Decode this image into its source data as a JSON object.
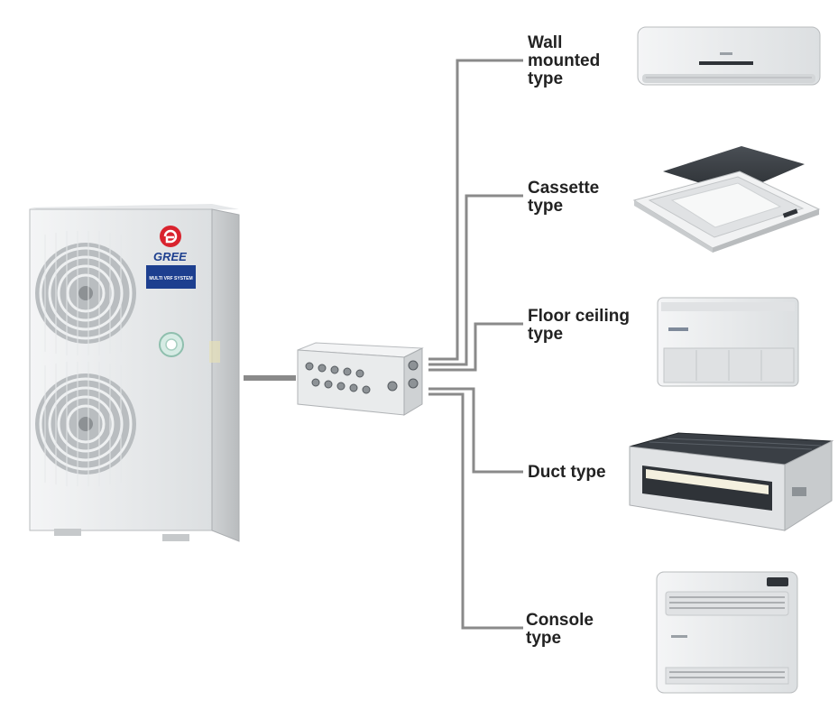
{
  "outdoor_unit": {
    "brand": "GREE",
    "badge": "MULTI VRF SYSTEM"
  },
  "indoor_units": [
    {
      "id": "wall",
      "lines": [
        "Wall",
        "mounted",
        "type"
      ]
    },
    {
      "id": "cassette",
      "lines": [
        "Cassette",
        "type"
      ]
    },
    {
      "id": "floor-ceiling",
      "lines": [
        "Floor ceiling",
        "type"
      ]
    },
    {
      "id": "duct",
      "lines": [
        "Duct type"
      ]
    },
    {
      "id": "console",
      "lines": [
        "Console",
        "type"
      ]
    }
  ],
  "colors": {
    "connector": "#8a8a8a",
    "unit_body": "#eef0f1",
    "unit_shade": "#c9ccce",
    "brand_red": "#d9232e",
    "brand_blue": "#1d3f8f",
    "dark": "#2f3338"
  }
}
